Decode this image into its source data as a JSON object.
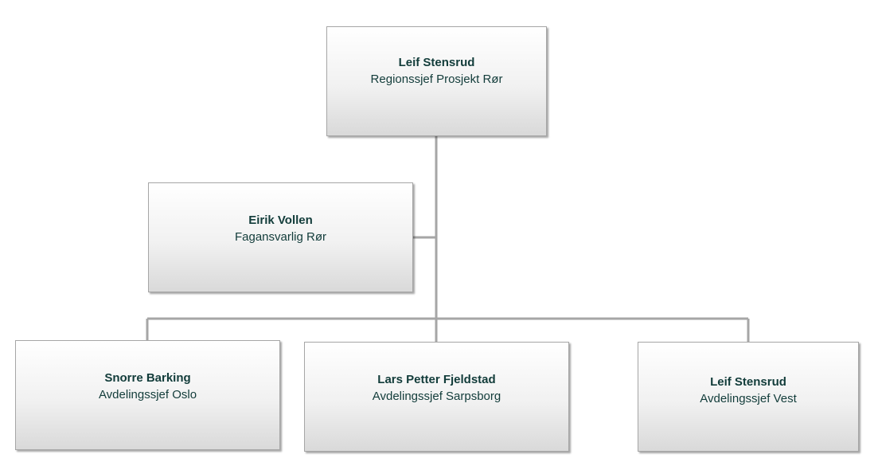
{
  "chart": {
    "root": {
      "name": "Leif Stensrud",
      "role": "Regionssjef Prosjekt Rør"
    },
    "assistant": {
      "name": "Eirik Vollen",
      "role": "Fagansvarlig Rør"
    },
    "children": [
      {
        "name": "Snorre Barking",
        "role": "Avdelingssjef Oslo"
      },
      {
        "name": "Lars Petter Fjeldstad",
        "role": "Avdelingssjef Sarpsborg"
      },
      {
        "name": "Leif Stensrud",
        "role": "Avdelingssjef Vest"
      }
    ]
  },
  "colors": {
    "connector": "#a6a6a6",
    "text": "#123c3a",
    "box_border": "#a6a6a6"
  }
}
